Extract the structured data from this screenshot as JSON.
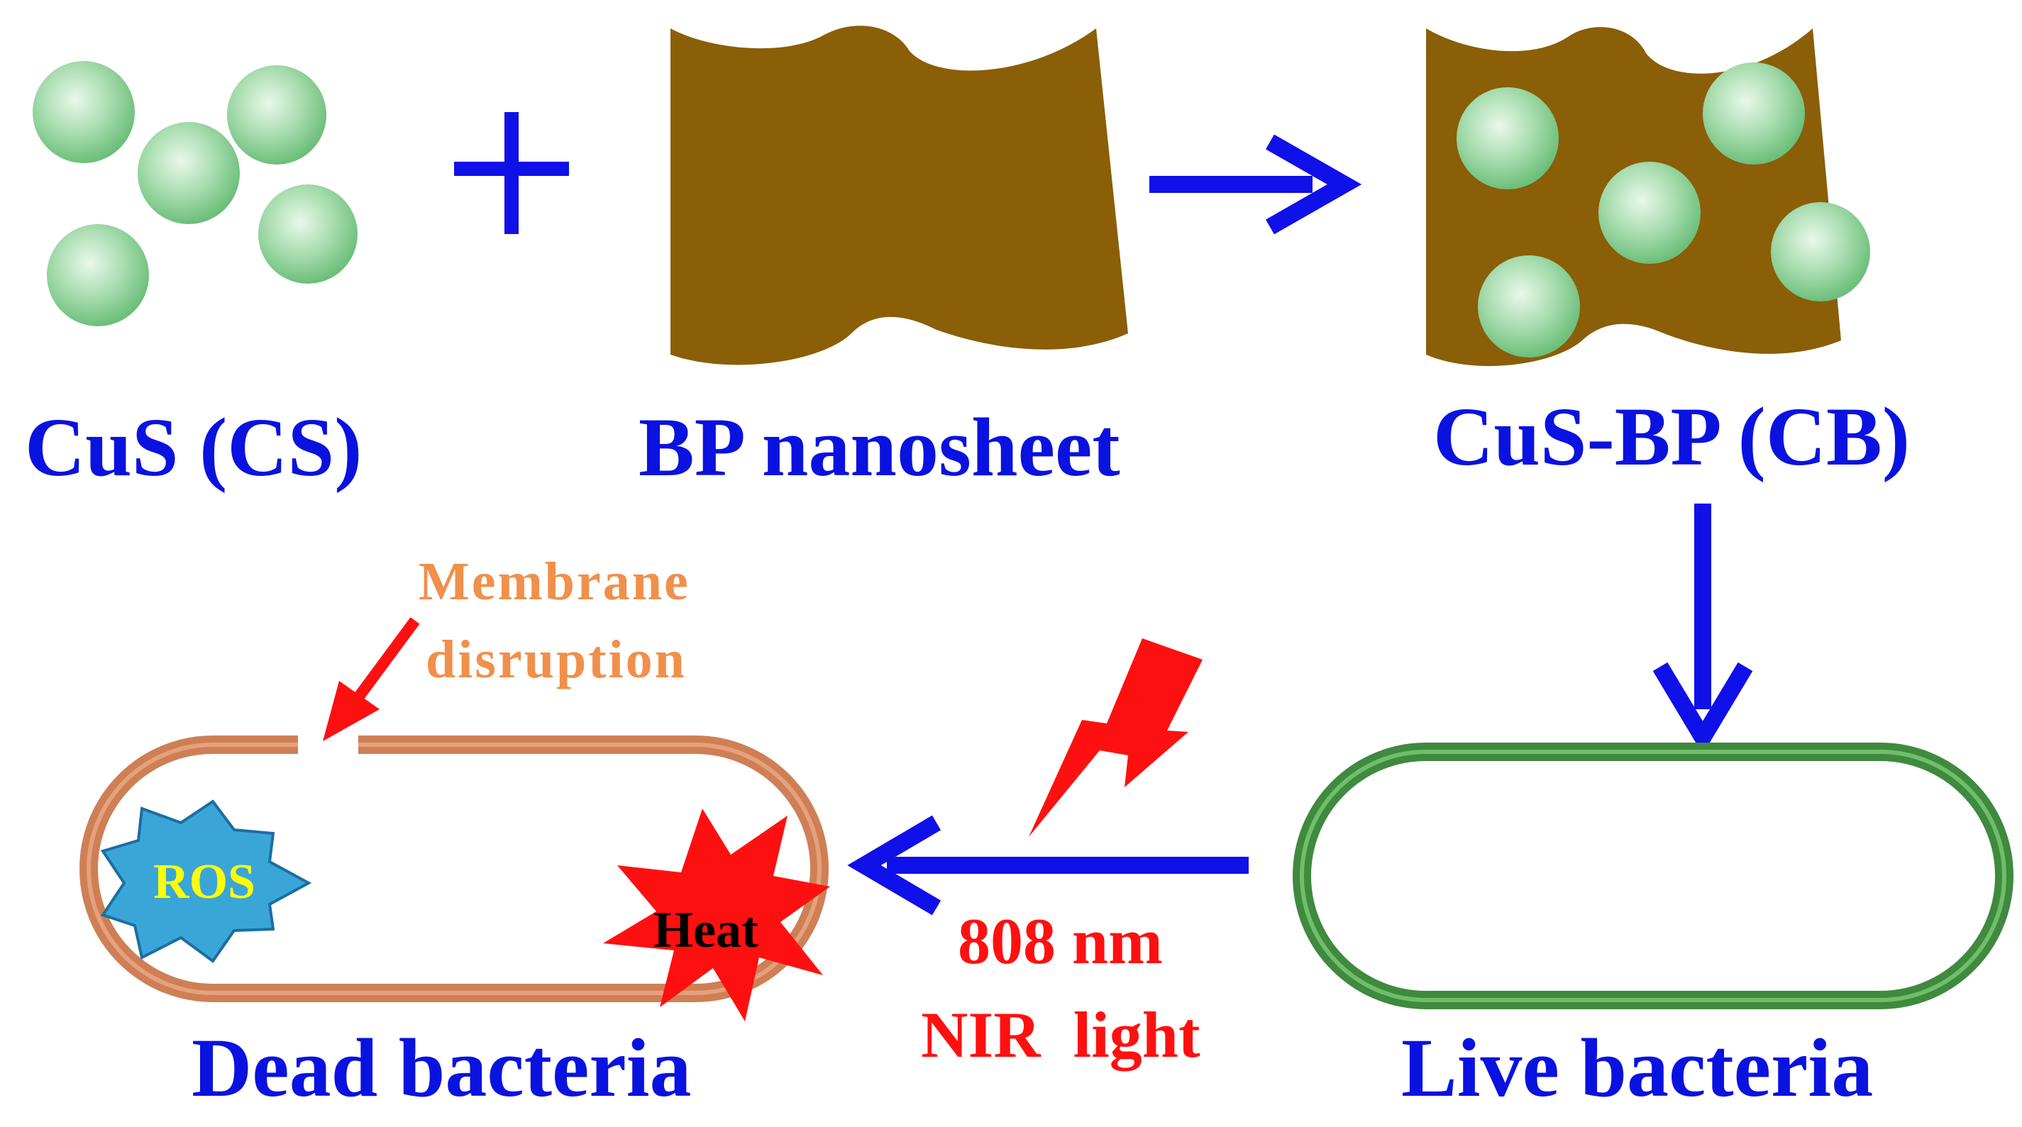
{
  "labels": {
    "cus": "CuS (CS)",
    "bp": "BP nanosheet",
    "cb": "CuS-BP (CB)",
    "membrane_line1": "Membrane",
    "membrane_line2": "disruption",
    "ros": "ROS",
    "heat": "Heat",
    "nir_line1": "808 nm",
    "nir_line2": "NIR  light",
    "dead": "Dead bacteria",
    "live": "Live bacteria"
  },
  "colors": {
    "blue_text": "#0a12e0",
    "arrow_blue": "#1010e8",
    "sheet_brown": "#8b5e08",
    "sphere_green": "#9fd9a6",
    "orange_label": "#f0904a",
    "membrane": "#cf7f55",
    "live_membrane": "#3f8a3e",
    "red": "#ff1010",
    "ros_fill": "#3aa6d8",
    "ros_text": "#ffff00",
    "heat_text": "#000000"
  }
}
